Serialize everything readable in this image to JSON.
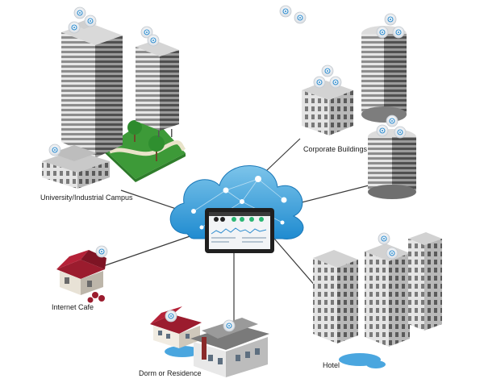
{
  "labels": {
    "campus": "University/Industrial Campus",
    "corporate": "Corporate Buildings",
    "cafe": "Internet Cafe",
    "dorm": "Dorm or Residence",
    "hotel": "Hotel"
  },
  "colors": {
    "line": "#3a3a3a",
    "cloud": "#2c9ad6",
    "cloud_light": "#7cc4ea",
    "building_light": "#d9d9d9",
    "building_mid": "#a6a6a6",
    "building_dark": "#6e6e6e",
    "roof_red": "#9b1c2e",
    "grass": "#3d9a38",
    "water": "#4aa6df",
    "ap_ring": "#2f8ed0"
  },
  "icons": {
    "access_point": "access-point-icon",
    "cloud": "cloud-icon",
    "tablet": "tablet-dashboard-icon"
  }
}
